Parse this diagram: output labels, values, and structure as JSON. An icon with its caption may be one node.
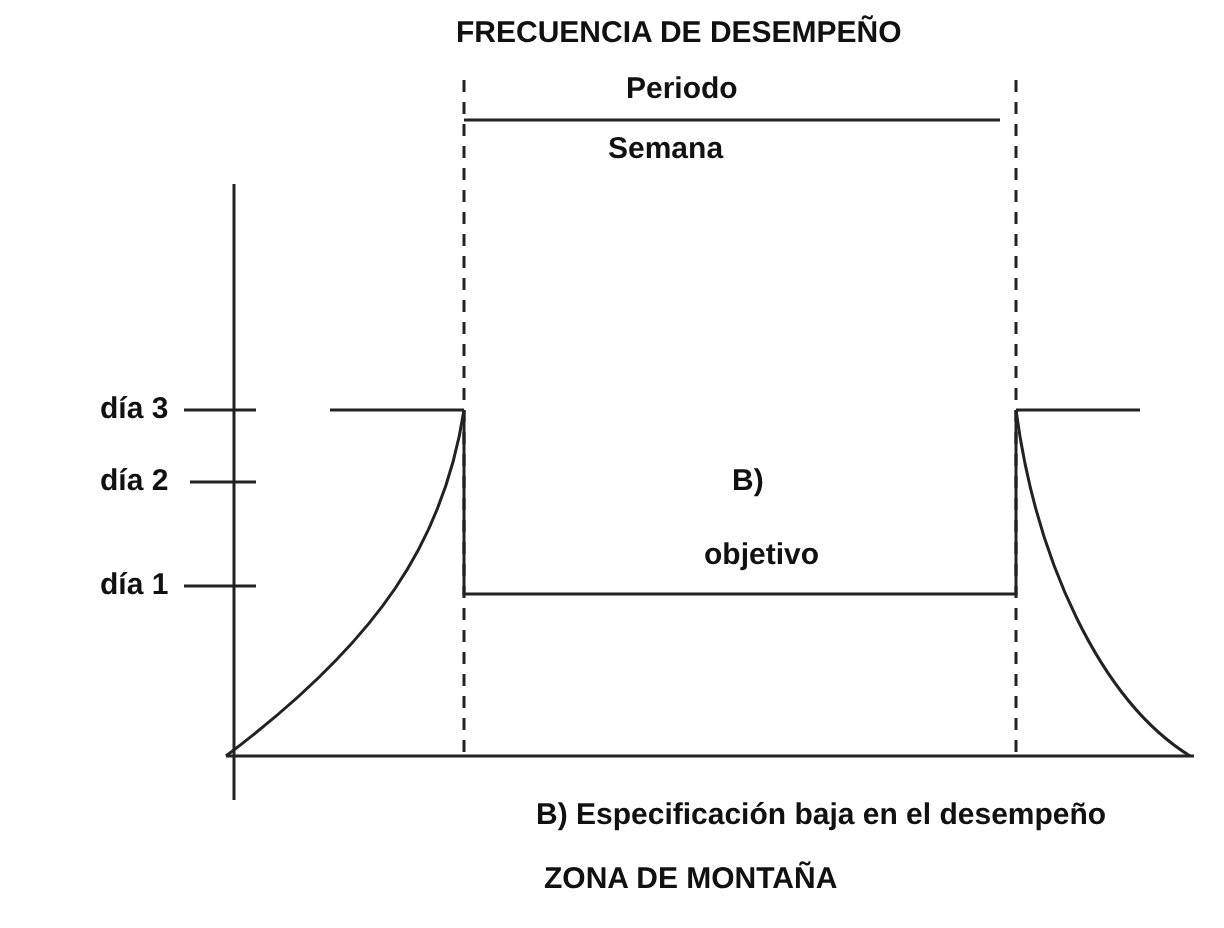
{
  "diagram": {
    "title": "FRECUENCIA DE DESEMPEÑO",
    "caption": "ZONA DE MONTAÑA",
    "labels": [
      "Periodo",
      "Semana",
      "día 3",
      "día 2",
      "día 1",
      "B)",
      "objetivo",
      "B) Especificación baja en el desempeño"
    ]
  }
}
